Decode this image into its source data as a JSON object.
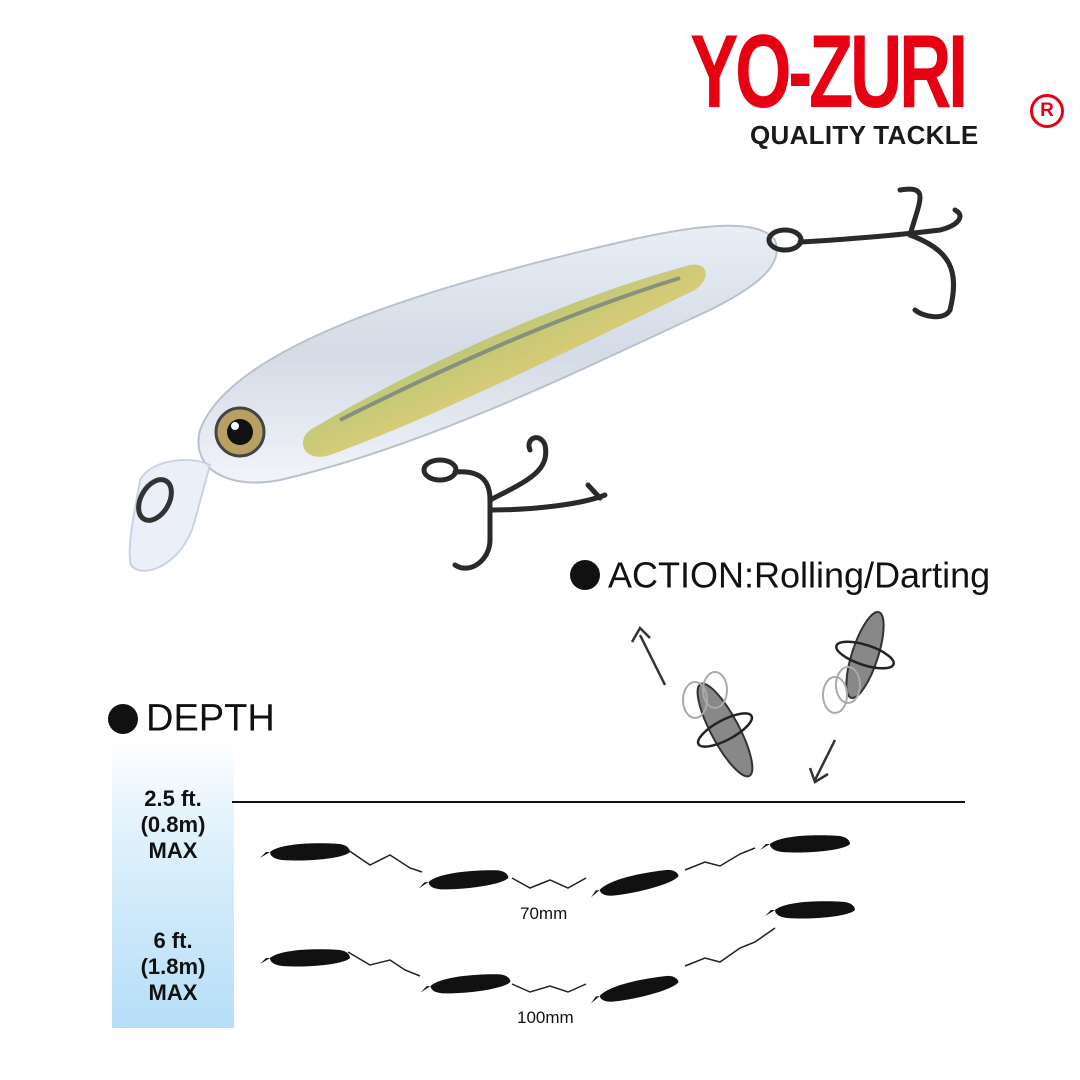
{
  "brand": {
    "name": "YO-ZURI",
    "registered_mark": "R",
    "tagline": "QUALITY TACKLE",
    "color": "#e60012"
  },
  "action": {
    "label": "ACTION:Rolling/Darting"
  },
  "depth": {
    "heading": "DEPTH",
    "levels": [
      {
        "lines": [
          "2.5 ft.",
          "(0.8m)",
          "MAX"
        ],
        "distance": "70mm"
      },
      {
        "lines": [
          "6 ft.",
          "(1.8m)",
          "MAX"
        ],
        "distance": "100mm"
      }
    ],
    "water_color": "#b5def7"
  }
}
